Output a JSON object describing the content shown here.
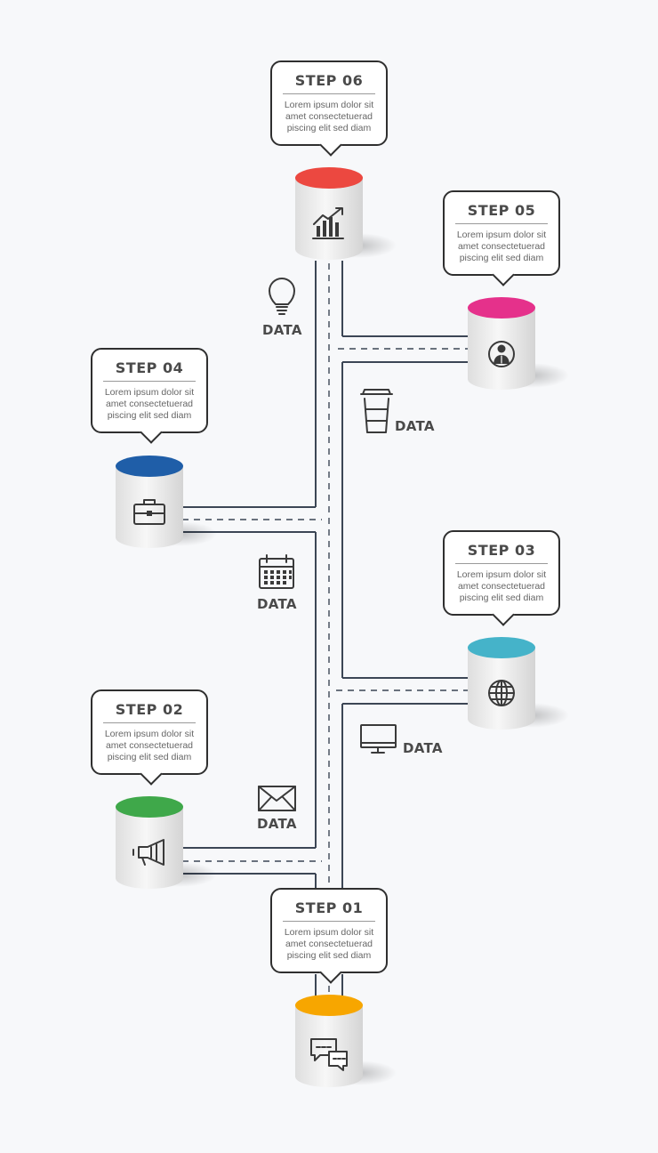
{
  "steps": [
    {
      "label": "STEP 01",
      "text": "Lorem ipsum dolor sit amet consectetuerad piscing elit sed diam",
      "color": "#f7a600",
      "icon": "chat-bubbles-icon"
    },
    {
      "label": "STEP 02",
      "text": "Lorem ipsum dolor sit amet consectetuerad piscing elit sed diam",
      "color": "#3fa84a",
      "icon": "megaphone-icon"
    },
    {
      "label": "STEP 03",
      "text": "Lorem ipsum dolor sit amet consectetuerad piscing elit sed diam",
      "color": "#45b3c9",
      "icon": "globe-icon"
    },
    {
      "label": "STEP 04",
      "text": "Lorem ipsum dolor sit amet consectetuerad piscing elit sed diam",
      "color": "#1f5ea8",
      "icon": "briefcase-icon"
    },
    {
      "label": "STEP 05",
      "text": "Lorem ipsum dolor sit amet consectetuerad piscing elit sed diam",
      "color": "#e5318b",
      "icon": "businessman-icon"
    },
    {
      "label": "STEP 06",
      "text": "Lorem ipsum dolor sit amet consectetuerad piscing elit sed diam",
      "color": "#ec4840",
      "icon": "growth-chart-icon"
    }
  ],
  "data_labels": [
    {
      "text": "DATA",
      "icon": "lightbulb-icon"
    },
    {
      "text": "DATA",
      "icon": "coffee-cup-icon"
    },
    {
      "text": "DATA",
      "icon": "calendar-icon"
    },
    {
      "text": "DATA",
      "icon": "monitor-icon"
    },
    {
      "text": "DATA",
      "icon": "envelope-icon"
    }
  ],
  "colors": {
    "road": "#3c4655",
    "background": "#f7f8fa",
    "box_border": "#2f2f2f"
  }
}
